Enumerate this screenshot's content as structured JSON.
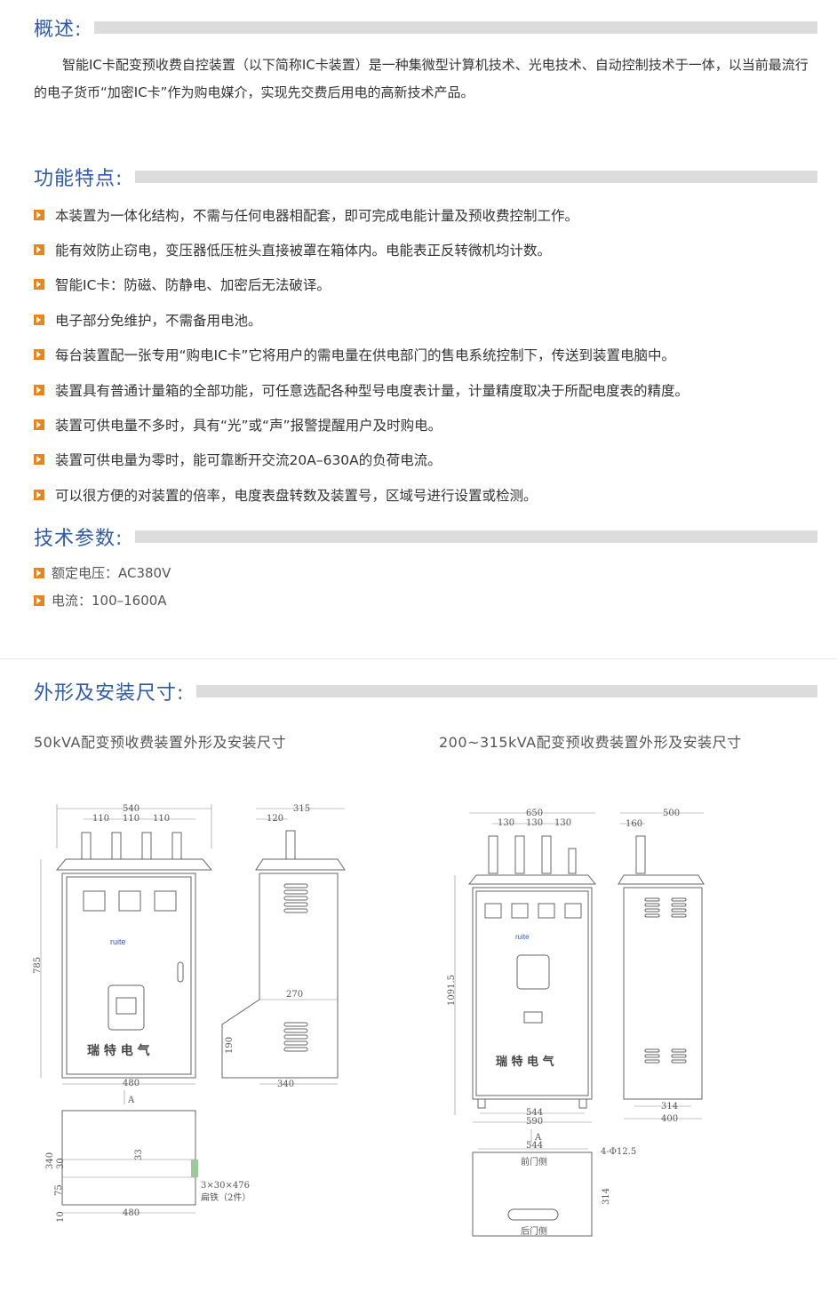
{
  "overview": {
    "title": "概述:",
    "text": "智能IC卡配变预收费自控装置（以下简称IC卡装置）是一种集微型计算机技术、光电技术、自动控制技术于一体，以当前最流行的电子货币“加密IC卡”作为购电媒介，实现先交费后用电的高新技术产品。"
  },
  "features": {
    "title": "功能特点:",
    "items": [
      "本装置为一体化结构，不需与任何电器相配套，即可完成电能计量及预收费控制工作。",
      "能有效防止窃电，变压器低压桩头直接被罩在箱体内。电能表正反转微机均计数。",
      "智能IC卡：防磁、防静电、加密后无法破译。",
      "电子部分免维护，不需备用电池。",
      "每台装置配一张专用“购电IC卡”它将用户的需电量在供电部门的售电系统控制下，传送到装置电脑中。",
      "装置具有普通计量箱的全部功能，可任意选配各种型号电度表计量，计量精度取决于所配电度表的精度。",
      "装置可供电量不多时，具有“光”或“声”报警提醒用户及时购电。",
      "装置可供电量为零时，能可靠断开交流20A–630A的负荷电流。",
      "可以很方便的对装置的倍率，电度表盘转数及装置号，区域号进行设置或检测。"
    ]
  },
  "tech": {
    "title": "技术参数:",
    "items": [
      "额定电压：AC380V",
      "电流：100–1600A"
    ]
  },
  "dimensions": {
    "title": "外形及安装尺寸:",
    "left_caption": "50kVA配变预收费装置外形及安装尺寸",
    "right_caption": "200~315kVA配变预收费装置外形及安装尺寸",
    "left": {
      "w540": "540",
      "s110a": "110",
      "s110b": "110",
      "s110c": "110",
      "h785": "785",
      "w480": "480",
      "arrowA": "A",
      "w315": "315",
      "w120": "120",
      "w270": "270",
      "h190": "190",
      "w340": "340",
      "p340": "340",
      "p30": "30",
      "p33": "33",
      "p75": "75",
      "p10": "10",
      "pw480": "480",
      "flat": "3×30×476",
      "flat_note": "扁铁（2件）",
      "brand": "瑞 特 电 气",
      "logo": "ruite"
    },
    "right": {
      "w650": "650",
      "s130a": "130",
      "s130b": "130",
      "s130c": "130",
      "h1091": "1091.5",
      "w544": "544",
      "w590": "590",
      "arrowA": "A",
      "w500": "500",
      "w160": "160",
      "w314": "314",
      "w400": "400",
      "pw544": "544",
      "hole": "4-Φ12.5",
      "front": "前门侧",
      "rear": "后门侧",
      "p314": "314",
      "brand": "瑞 特 电 气",
      "logo": "ruite"
    }
  }
}
